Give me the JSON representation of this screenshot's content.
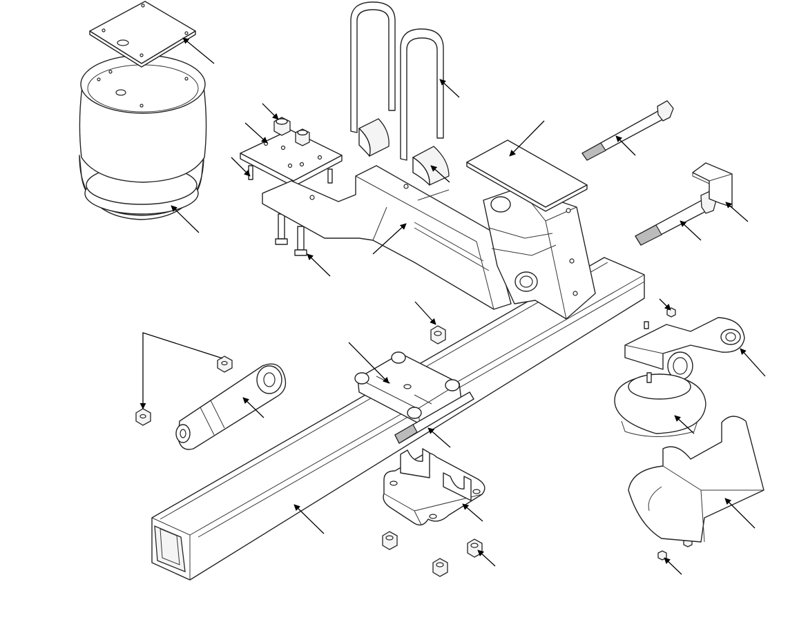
{
  "figure": {
    "kind": "exploded assembly line drawing (no text labels)",
    "stroke_color": "#222222",
    "background": "#ffffff",
    "parts": [
      "air-spring-top-plate",
      "air-spring-bellows",
      "u-bolts",
      "axle-seat-saddles",
      "upper-mount-plate",
      "trailing-arm-beam",
      "hanger-bracket",
      "long-pivot-bolt",
      "short-pivot-bolt",
      "angle-bracket",
      "shock-absorber",
      "lock-nuts",
      "alignment-clamp",
      "axle-tube",
      "axle-seat-bottom-plate",
      "small-air-spring",
      "shock-mount-bracket",
      "frame-hanger"
    ]
  }
}
